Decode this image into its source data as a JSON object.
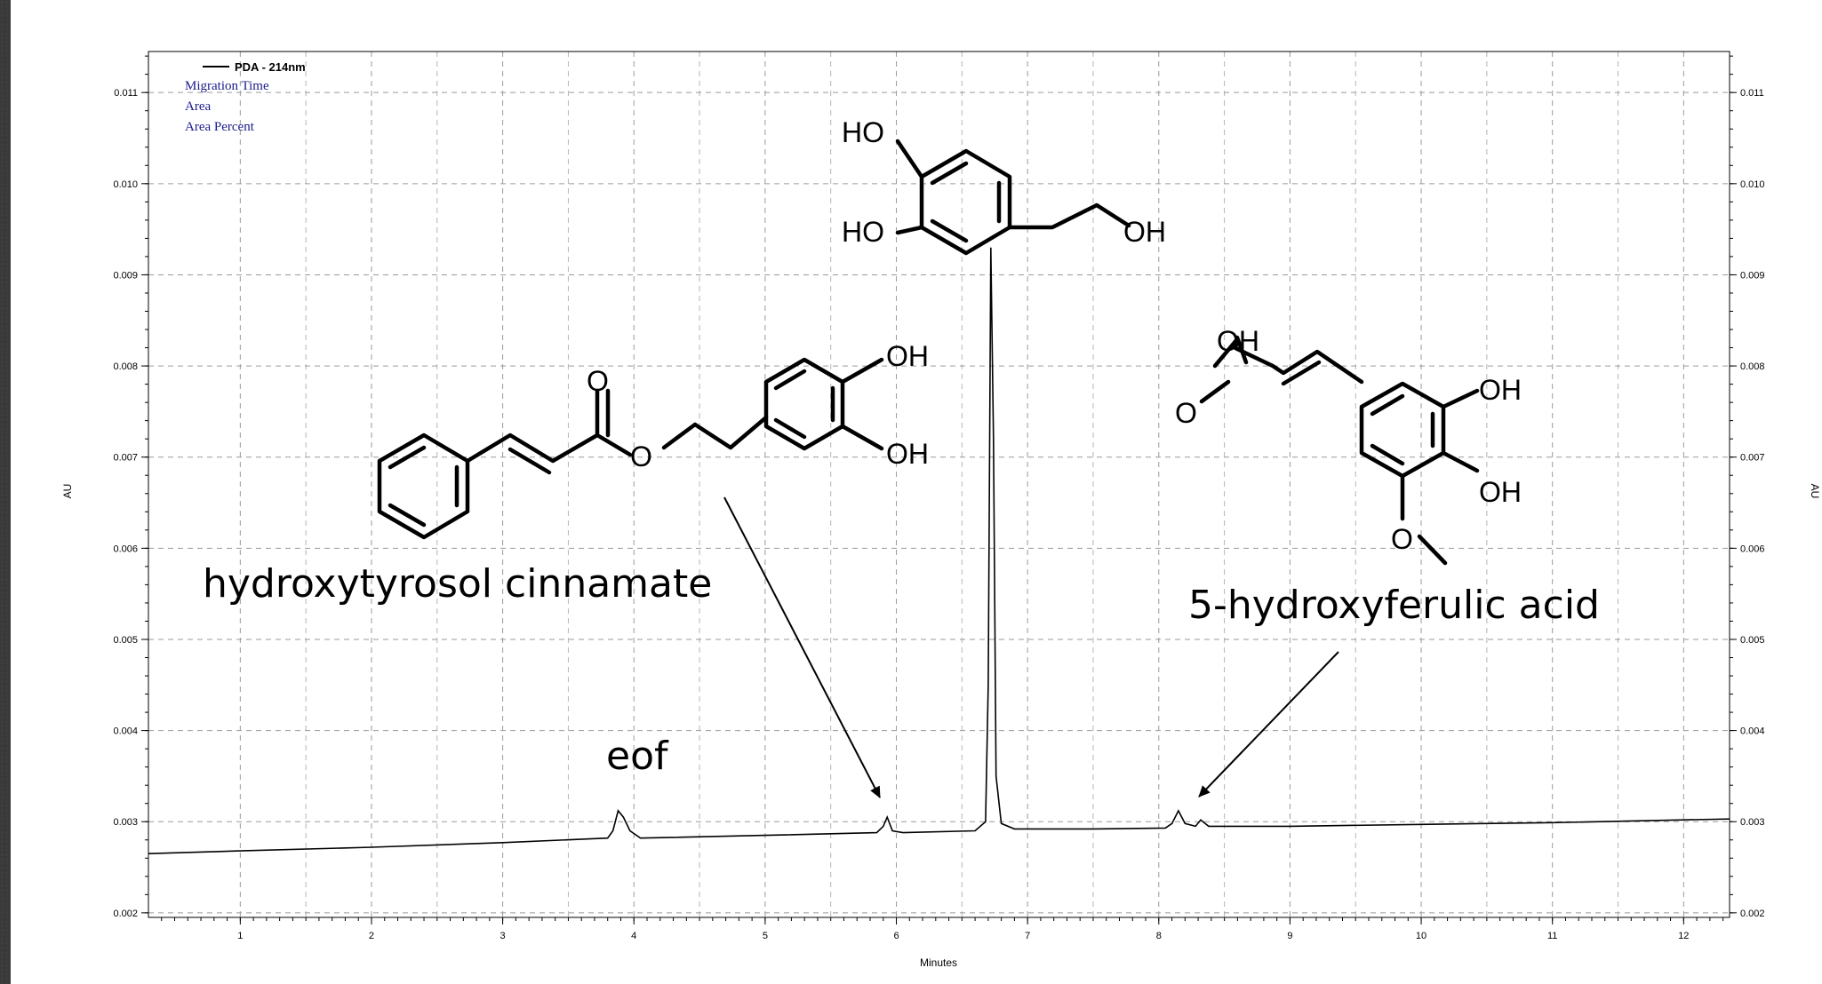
{
  "chart_data": {
    "type": "line",
    "title": "",
    "xlabel": "Minutes",
    "ylabel": "AU",
    "y2label": "AU",
    "xlim": [
      0.3,
      12.35
    ],
    "ylim": [
      0.00195,
      0.01145
    ],
    "grid": true,
    "x_ticks": [
      1,
      2,
      3,
      4,
      5,
      6,
      7,
      8,
      9,
      10,
      11,
      12
    ],
    "y_ticks": [
      0.002,
      0.003,
      0.004,
      0.005,
      0.006,
      0.007,
      0.008,
      0.009,
      0.01,
      0.011
    ],
    "x_tick_labels": [
      "1",
      "2",
      "3",
      "4",
      "5",
      "6",
      "7",
      "8",
      "9",
      "10",
      "11",
      "12"
    ],
    "y_tick_labels": [
      "0.002",
      "0.003",
      "0.004",
      "0.005",
      "0.006",
      "0.007",
      "0.008",
      "0.009",
      "0.010",
      "0.011"
    ],
    "legend": {
      "placement": "top-left",
      "entries": [
        "PDA - 214nm"
      ],
      "info": [
        "Migration Time",
        "Area",
        "Area Percent"
      ]
    },
    "series": [
      {
        "name": "PDA - 214nm",
        "x": [
          0.3,
          1.0,
          2.0,
          3.0,
          3.8,
          3.84,
          3.88,
          3.92,
          3.97,
          4.05,
          5.0,
          5.85,
          5.9,
          5.93,
          5.97,
          6.05,
          6.6,
          6.68,
          6.7,
          6.72,
          6.74,
          6.76,
          6.8,
          6.9,
          7.5,
          8.05,
          8.1,
          8.15,
          8.2,
          8.28,
          8.32,
          8.38,
          9.0,
          10.0,
          11.0,
          12.0,
          12.35
        ],
        "y": [
          0.00265,
          0.00268,
          0.00272,
          0.00277,
          0.00282,
          0.0029,
          0.00312,
          0.00305,
          0.0029,
          0.00282,
          0.00285,
          0.00288,
          0.00295,
          0.00305,
          0.0029,
          0.00288,
          0.0029,
          0.003,
          0.0045,
          0.0093,
          0.0072,
          0.0035,
          0.00298,
          0.00292,
          0.00292,
          0.00293,
          0.00298,
          0.00312,
          0.00298,
          0.00295,
          0.00302,
          0.00295,
          0.00295,
          0.00297,
          0.00299,
          0.00302,
          0.00303
        ]
      }
    ],
    "annotations": [
      {
        "text": "eof",
        "x": 3.9
      },
      {
        "text": "hydroxytyrosol cinnamate",
        "points_to_x": 5.85
      },
      {
        "text": "5-hydroxyferulic acid",
        "points_to_x": 8.2
      }
    ]
  },
  "structures": {
    "hydroxytyrosol": {
      "labels": [
        "HO",
        "HO",
        "OH"
      ]
    },
    "hydroxytyrosol_cinnamate": {
      "labels": [
        "O",
        "O",
        "OH",
        "OH"
      ]
    },
    "hydroxyferulic_acid": {
      "labels": [
        "OH",
        "O",
        "OH",
        "OH",
        "O"
      ]
    }
  }
}
